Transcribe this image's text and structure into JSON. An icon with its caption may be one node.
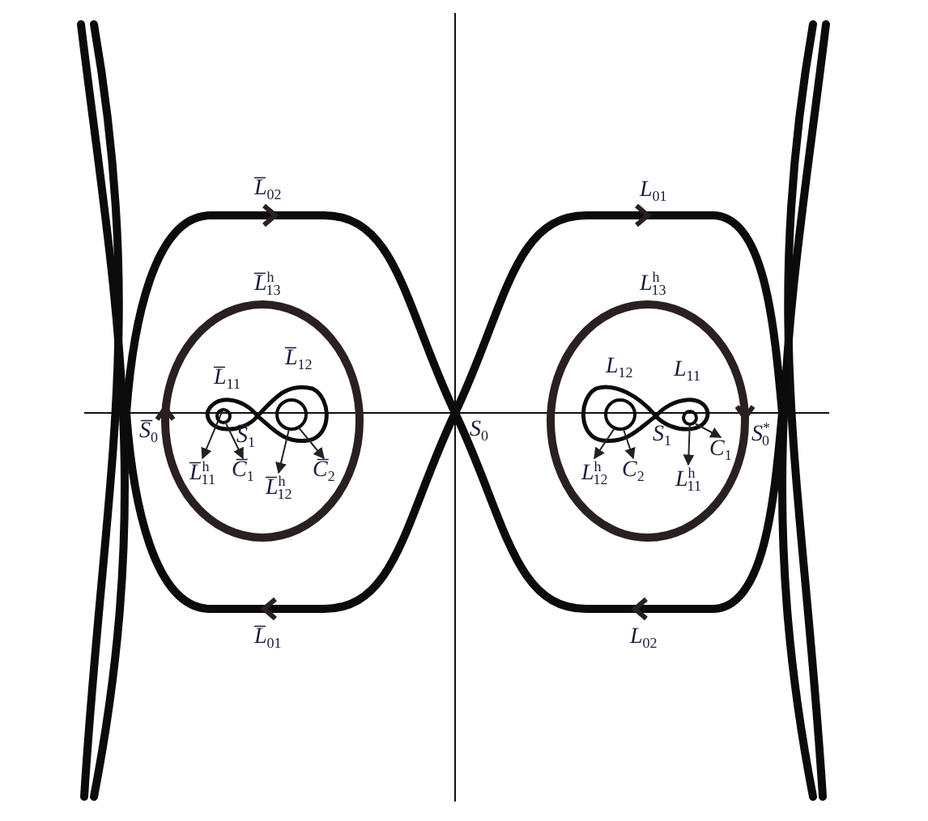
{
  "diagram": {
    "nodes": [
      {
        "text": [
          "L̅$^{h}$$_{11}$"
        ]
      },
      {
        "text": [
          "C̅$_{1}$"
        ]
      },
      {
        "text": [
          "L̅$^{h}$$_{12}$"
        ]
      },
      {
        "text": [
          "C̅$_{2}$"
        ]
      },
      {
        "text": [
          "L$^{h}$$_{12}$"
        ]
      },
      {
        "text": [
          "C$_{2}$"
        ]
      },
      {
        "text": [
          "L$^{h}$$_{11}$"
        ]
      },
      {
        "text": [
          "C$_{1}$"
        ]
      },
      {
        "text": [],
        "shape": "circle"
      },
      {
        "text": [],
        "shape": "circle"
      },
      {
        "text": [],
        "shape": "circle"
      },
      {
        "text": [],
        "shape": "circle"
      }
    ],
    "edges": [
      {
        "from": 8,
        "to": 0,
        "arrow": "to"
      },
      {
        "from": 8,
        "to": 1,
        "arrow": "to"
      },
      {
        "from": 9,
        "to": 2,
        "arrow": "to"
      },
      {
        "from": 9,
        "to": 3,
        "arrow": "to"
      },
      {
        "from": 10,
        "to": 4,
        "arrow": "to"
      },
      {
        "from": 10,
        "to": 5,
        "arrow": "to"
      },
      {
        "from": 11,
        "to": 6,
        "arrow": "to"
      },
      {
        "from": 11,
        "to": 7,
        "arrow": "to"
      }
    ],
    "labels": [
      "L̅$_{02}$",
      "L$_{01}$",
      "L̅$^{h}$$_{13}$",
      "L$^{h}$$_{13}$",
      "L̅$_{11}$",
      "L̅$_{12}$",
      "L$_{12}$",
      "L$_{11}$",
      "S̅$_{0}$",
      "S̅$_{1}$",
      "S$_{0}$",
      "S$_{1}$",
      "S$^{*}$$_{0}$",
      "L̅$_{01}$",
      "L$_{02}$"
    ]
  }
}
